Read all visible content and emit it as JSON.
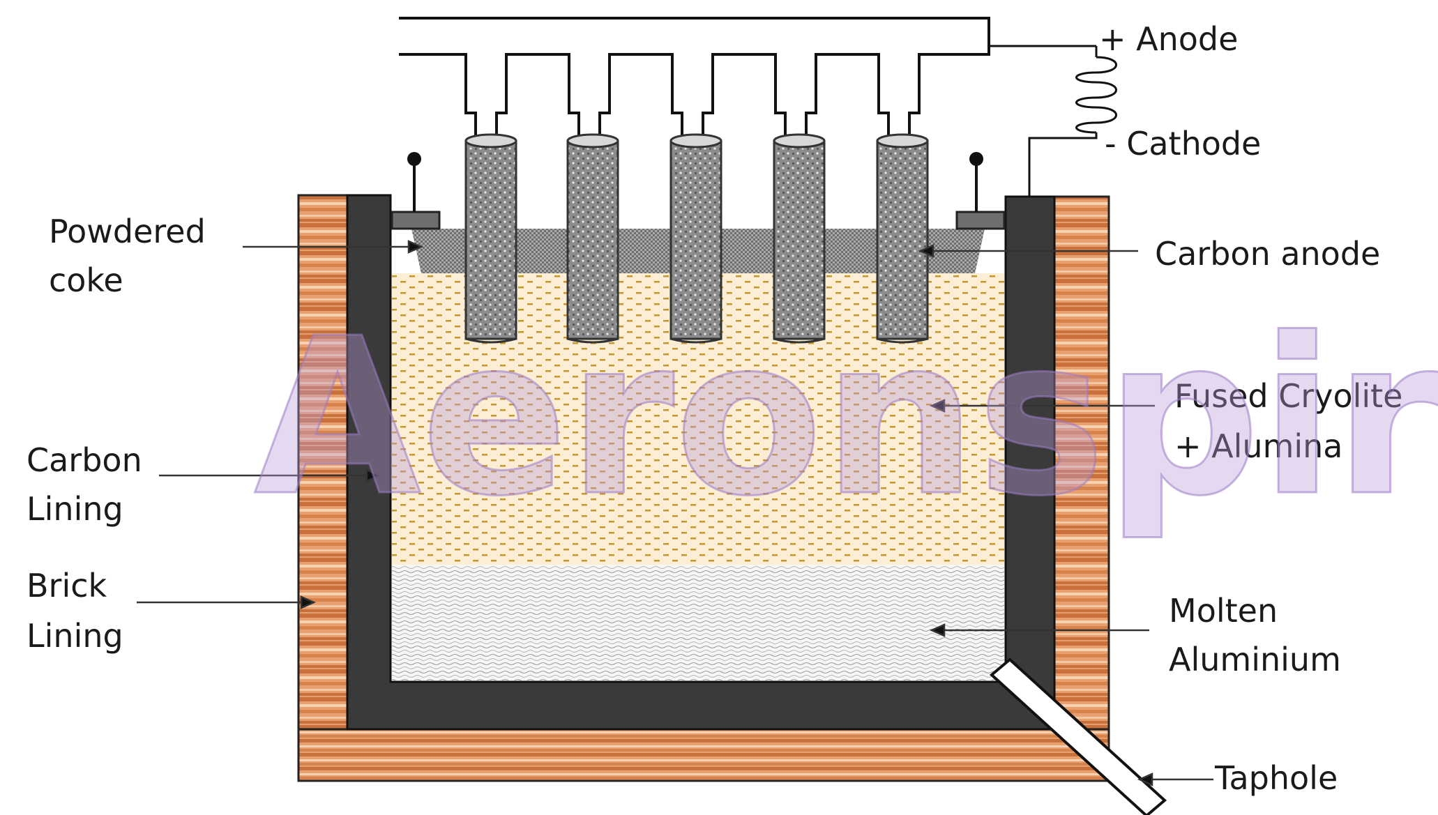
{
  "labels": {
    "anode_terminal": "+ Anode",
    "cathode_terminal": "- Cathode",
    "powdered_coke_1": "Powdered",
    "powdered_coke_2": "coke",
    "carbon_anode": "Carbon anode",
    "fused_1": "Fused Cryolite",
    "fused_2": "+ Alumina",
    "carbon_lining_1": "Carbon",
    "carbon_lining_2": "Lining",
    "brick_lining_1": "Brick",
    "brick_lining_2": "Lining",
    "molten_1": "Molten",
    "molten_2": "Aluminium",
    "taphole": "Taphole"
  },
  "watermark": "Aeronspire",
  "colors": {
    "brick_dark": "#c9713c",
    "brick_light": "#f3c8a4",
    "carbon_lining": "#3a3a3a",
    "electrolyte": "#fbeed5",
    "electrolyte_dash": "#c8962e",
    "molten_metal": "#f3f3f3",
    "coke": "#6e6e6e",
    "anode_rod": "#8c8c8c"
  }
}
